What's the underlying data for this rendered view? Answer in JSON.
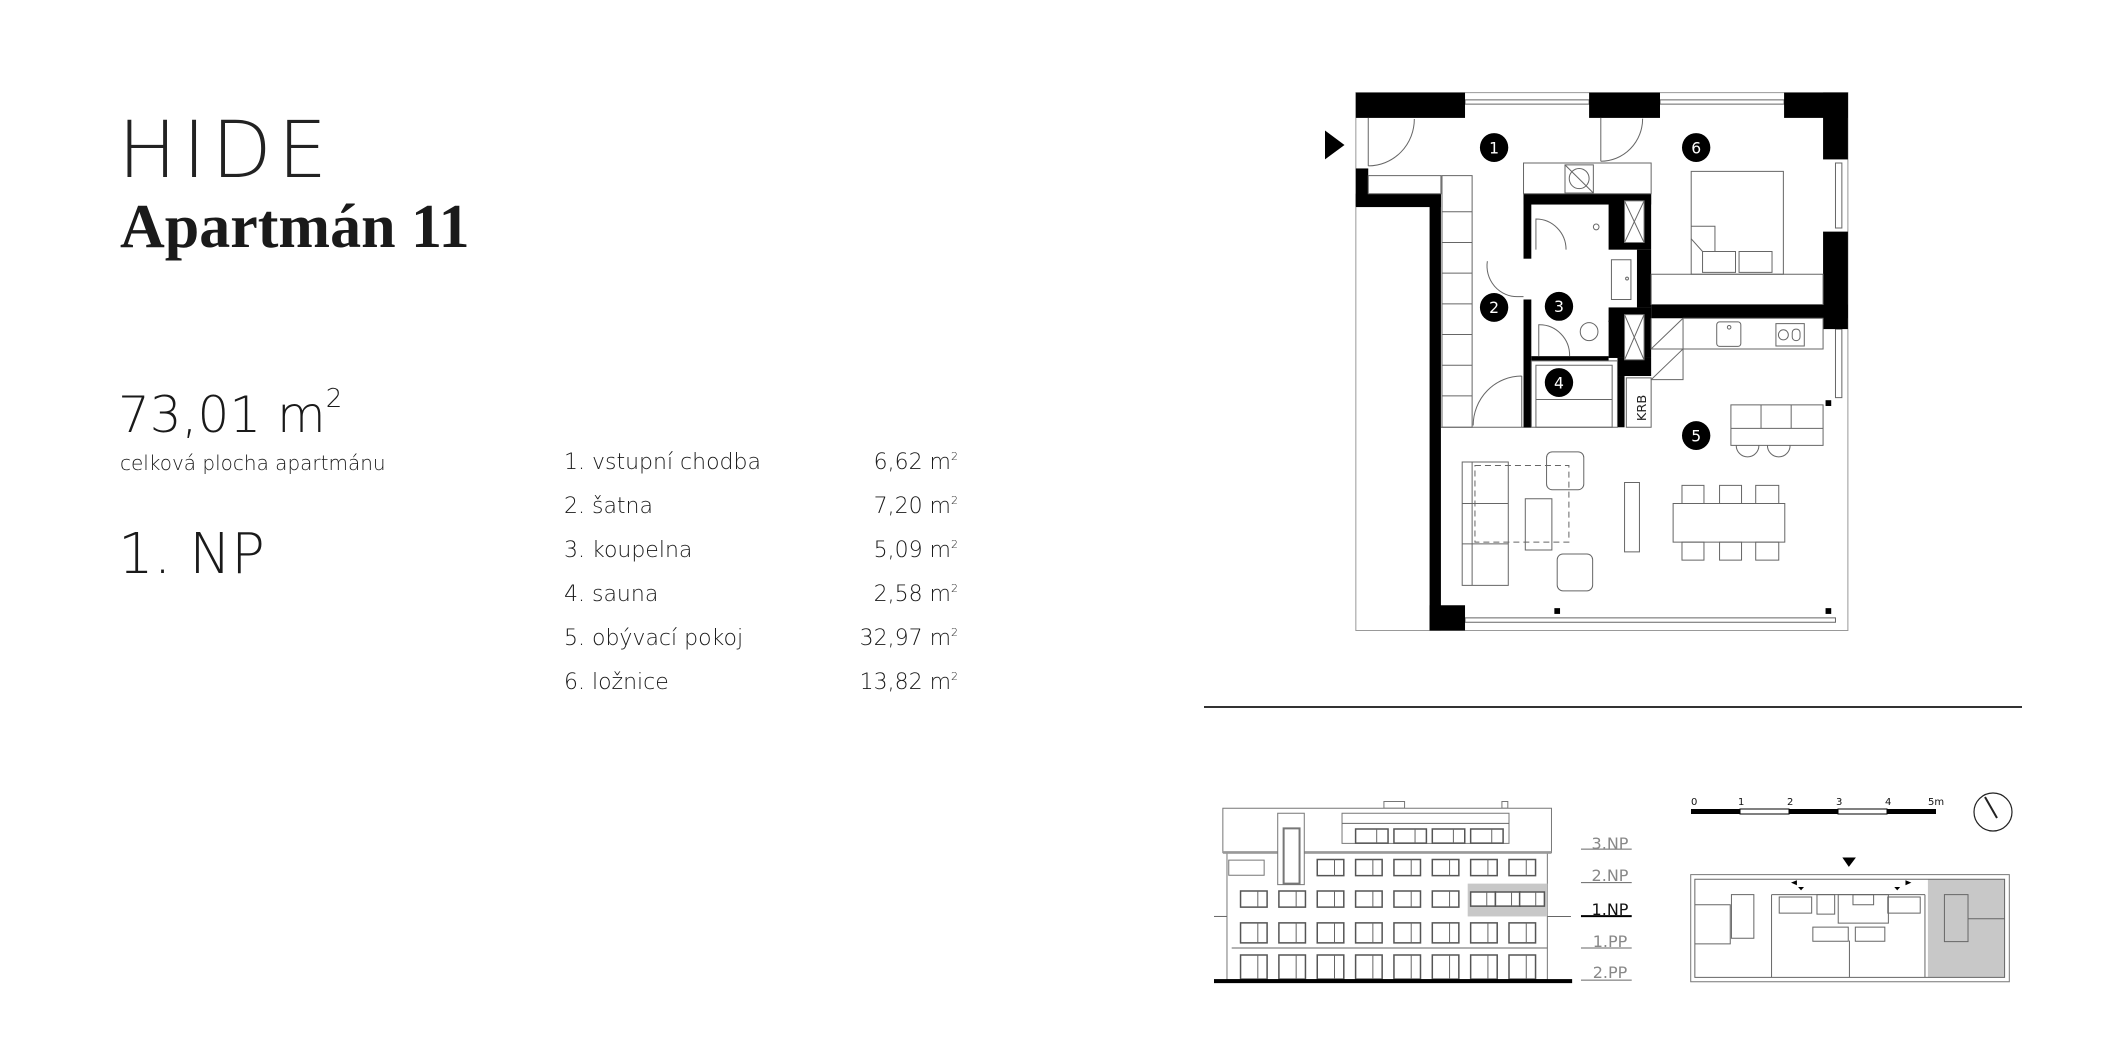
{
  "brand": "HIDE",
  "title": "Apartmán 11",
  "total_area": {
    "value": "73,01 m",
    "unit_sup": "2",
    "caption": "celková plocha apartmánu"
  },
  "floor": "1. NP",
  "rooms": [
    {
      "label": "1. vstupní chodba",
      "area": "6,62 m",
      "sup": "2"
    },
    {
      "label": "2. šatna",
      "area": "7,20 m",
      "sup": "2"
    },
    {
      "label": "3. koupelna",
      "area": "5,09 m",
      "sup": "2"
    },
    {
      "label": "4. sauna",
      "area": "2,58 m",
      "sup": "2"
    },
    {
      "label": "5. obývací pokoj",
      "area": "32,97 m",
      "sup": "2"
    },
    {
      "label": "6. ložnice",
      "area": "13,82 m",
      "sup": "2"
    }
  ],
  "plan": {
    "room_numbers": [
      "1",
      "2",
      "3",
      "4",
      "5",
      "6"
    ],
    "fireplace_label": "KRB"
  },
  "elevation": {
    "floors": [
      "3.NP",
      "2.NP",
      "1.NP",
      "1.PP",
      "2.PP"
    ],
    "active_floor": "1.NP",
    "highlight_color": "#c8c8c8"
  },
  "scale_bar": {
    "ticks": [
      "0",
      "1",
      "2",
      "3",
      "4",
      "5m"
    ]
  }
}
